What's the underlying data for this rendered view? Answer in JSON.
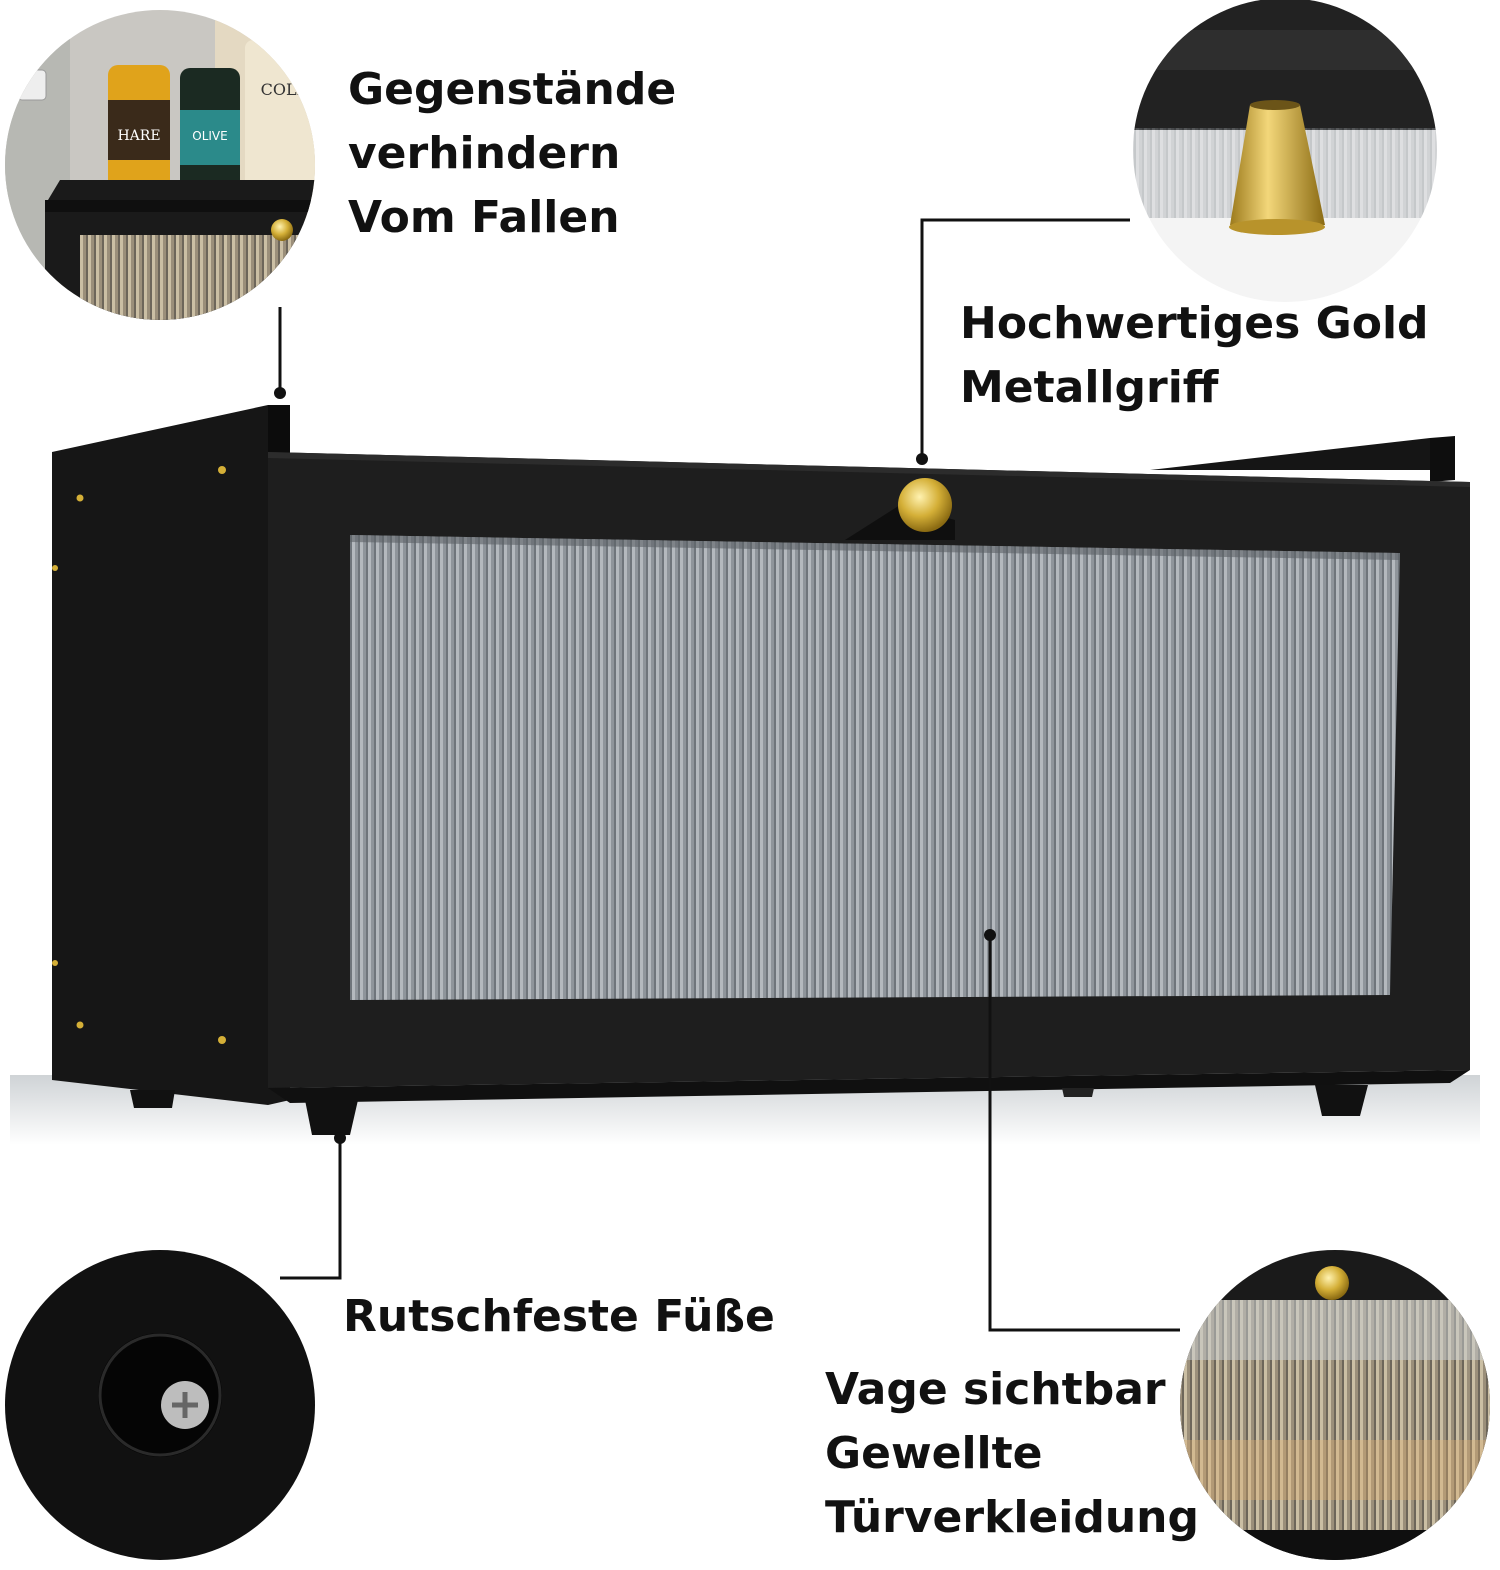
{
  "callouts": {
    "top_left": {
      "line1": "Gegenstände",
      "line2": "verhindern",
      "line3": "Vom Fallen"
    },
    "top_right": {
      "line1": "Hochwertiges Gold",
      "line2": "Metallgriff"
    },
    "bottom_left": {
      "line1": "Rutschfeste Füße"
    },
    "bottom_right": {
      "line1": "Vage sichtbar",
      "line2": "Gewellte",
      "line3": "Türverkleidung"
    }
  },
  "jar_labels": {
    "jar1": "HARE",
    "jar2": "OLIVE",
    "jar3": "COLD"
  },
  "colors": {
    "cabinet": "#1c1c1c",
    "cabinet_side": "#111111",
    "glass": "#9aa0a6",
    "gold": "#d4af37",
    "line": "#111111"
  }
}
